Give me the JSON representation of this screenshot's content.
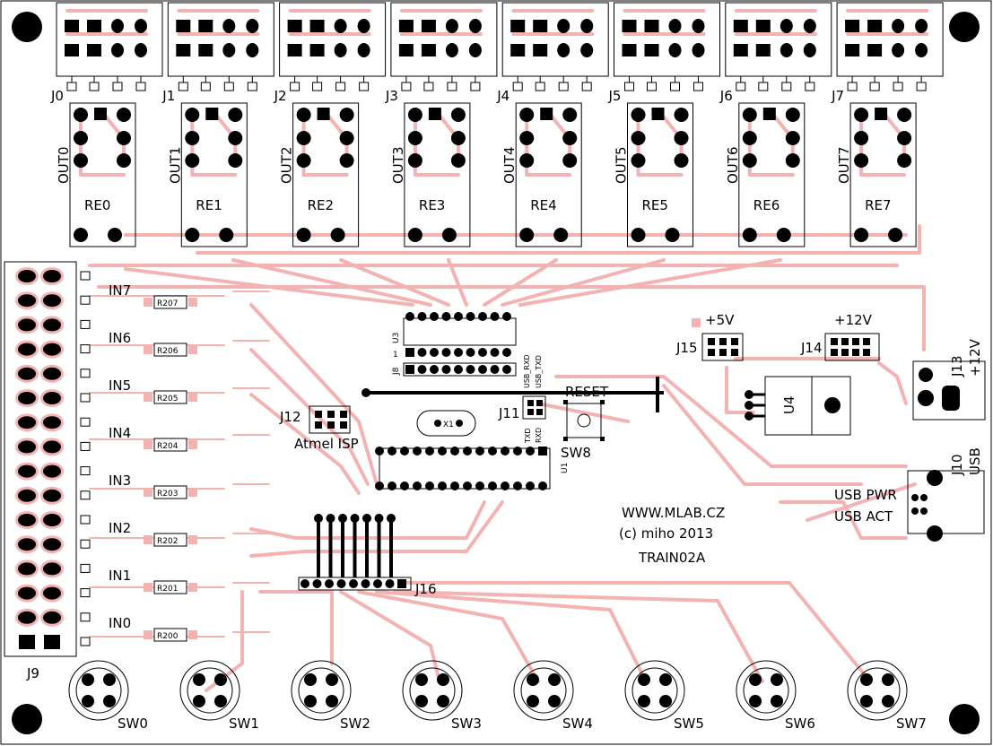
{
  "colors": {
    "copper": "#f3b3b3",
    "silk": "#000000",
    "board": "#ffffff"
  },
  "headers_top": [
    "J0",
    "J1",
    "J2",
    "J3",
    "J4",
    "J5",
    "J6",
    "J7"
  ],
  "outputs": [
    "OUT0",
    "OUT1",
    "OUT2",
    "OUT3",
    "OUT4",
    "OUT5",
    "OUT6",
    "OUT7"
  ],
  "relays": [
    "RE0",
    "RE1",
    "RE2",
    "RE3",
    "RE4",
    "RE5",
    "RE6",
    "RE7"
  ],
  "inputs": [
    "IN7",
    "IN6",
    "IN5",
    "IN4",
    "IN3",
    "IN2",
    "IN1",
    "IN0"
  ],
  "resistors": [
    "R207",
    "R206",
    "R205",
    "R204",
    "R203",
    "R202",
    "R201",
    "R200"
  ],
  "switches": [
    "SW0",
    "SW1",
    "SW2",
    "SW3",
    "SW4",
    "SW5",
    "SW6",
    "SW7"
  ],
  "labels": {
    "j9": "J9",
    "j12": "J12",
    "atmel_isp": "Atmel ISP",
    "u3": "U3",
    "j8": "J8",
    "pin1": "1",
    "usb_rxd": "USB_RXD",
    "usb_txd": "USB_TXD",
    "txd": "TXD",
    "rxd": "RXD",
    "j11": "J11",
    "x1": "X1",
    "reset": "RESET",
    "sw8": "SW8",
    "u1": "U1",
    "j16": "J16",
    "plus5v": "+5V",
    "j15": "J15",
    "plus12v": "+12V",
    "j14": "J14",
    "j13": "J13",
    "j13_v": "+12V",
    "u4": "U4",
    "j10": "J10",
    "j10_usb": "USB",
    "usb_pwr": "USB PWR",
    "usb_act": "USB ACT",
    "website": "WWW.MLAB.CZ",
    "copyright": "(c) miho 2013",
    "board_name": "TRAIN02A"
  }
}
